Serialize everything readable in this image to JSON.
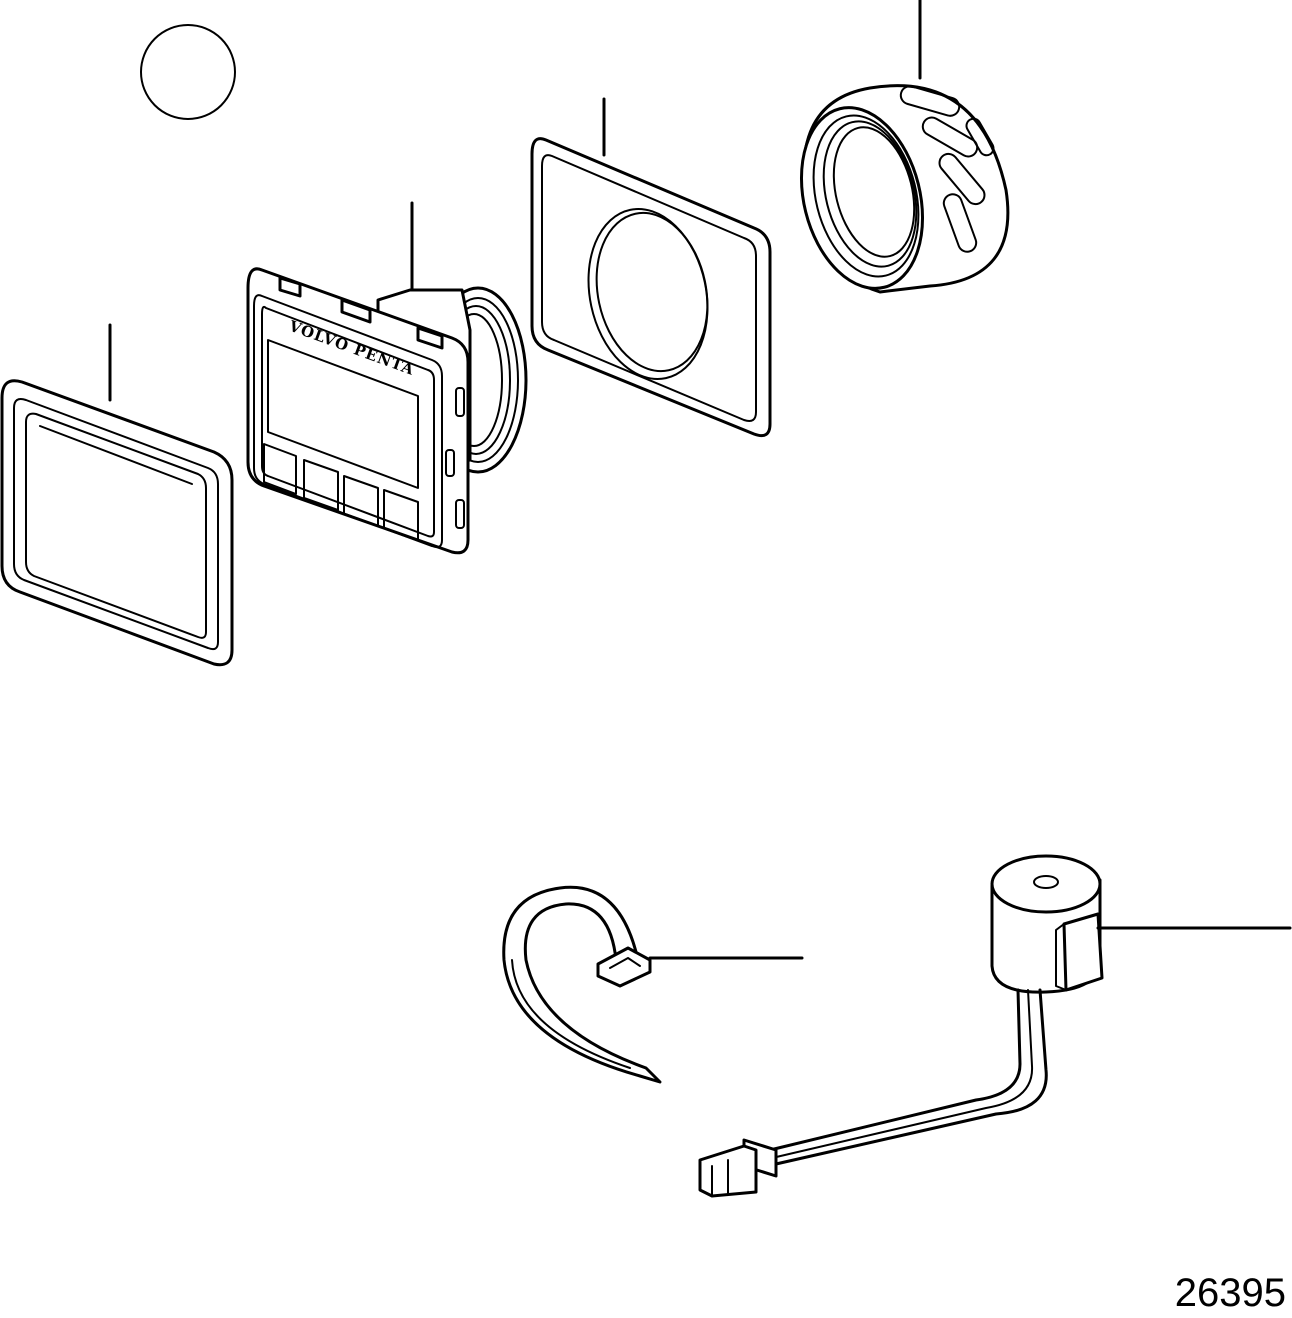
{
  "diagram": {
    "brand_text": "VOLVO PENTA",
    "figure_number": "26395",
    "parts": [
      {
        "name": "reference-circle"
      },
      {
        "name": "front-bezel-frame"
      },
      {
        "name": "display-unit"
      },
      {
        "name": "panel-gasket"
      },
      {
        "name": "mounting-nut"
      },
      {
        "name": "cable-tie"
      },
      {
        "name": "buzzer"
      }
    ],
    "line_color": "#000000",
    "background_color": "#ffffff"
  }
}
